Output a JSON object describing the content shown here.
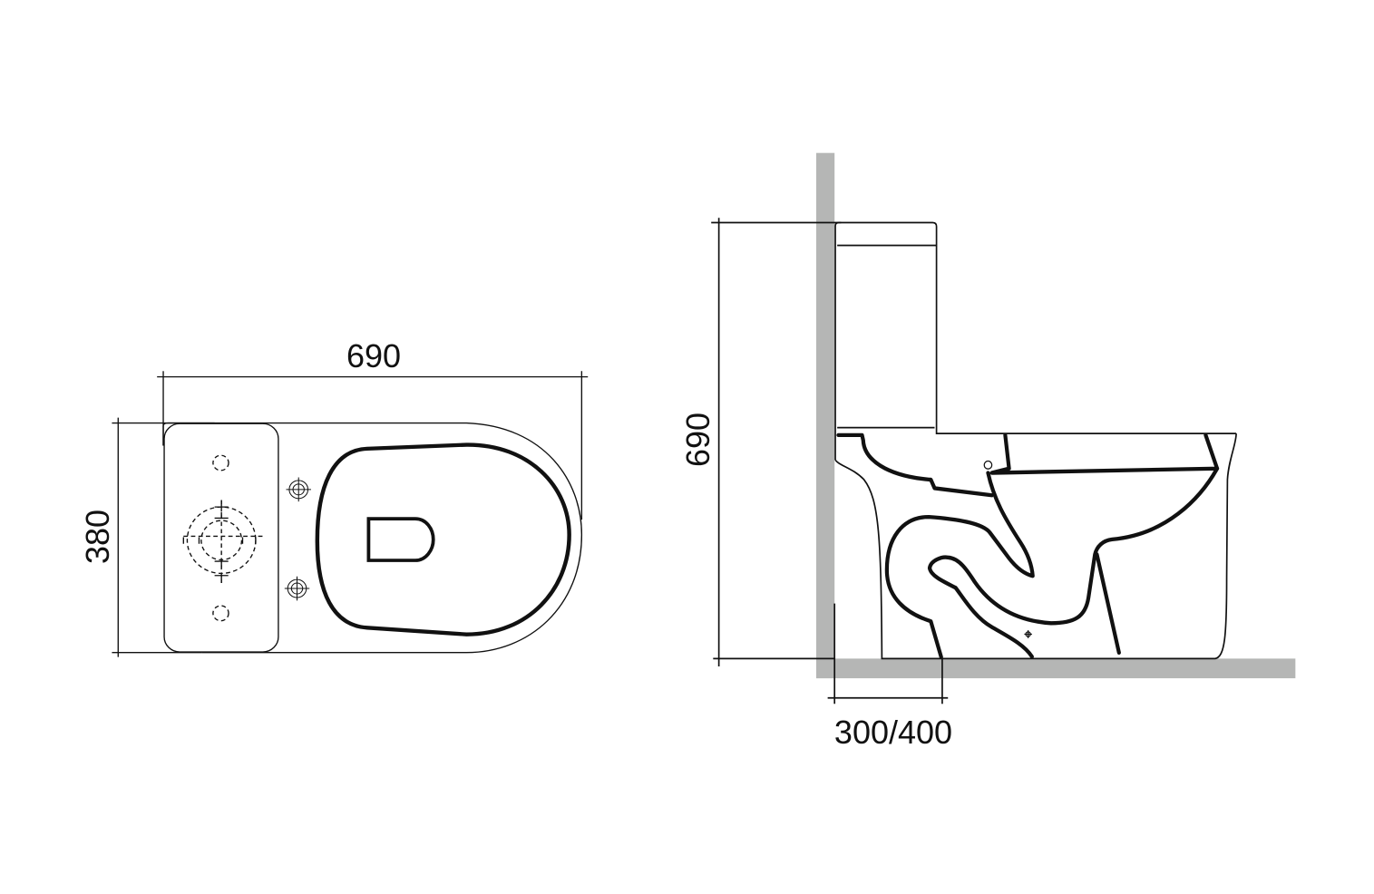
{
  "top_view": {
    "width_label": "690",
    "depth_label": "380"
  },
  "side_view": {
    "height_label": "690",
    "rough_in_label": "300/400"
  },
  "colors": {
    "line": "#111111",
    "wall_floor": "#b5b6b5"
  }
}
